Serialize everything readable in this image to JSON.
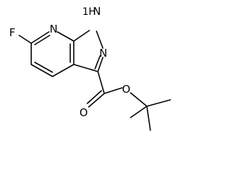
{
  "molecule": {
    "atoms": {
      "fluorine": "F",
      "pyridine_nitrogen": "N",
      "nh_group": "1H",
      "nh_nitrogen_label": "N",
      "pyrazole_nitrogen": "N",
      "ester_oxygen": "O",
      "carbonyl_oxygen": "O"
    }
  }
}
